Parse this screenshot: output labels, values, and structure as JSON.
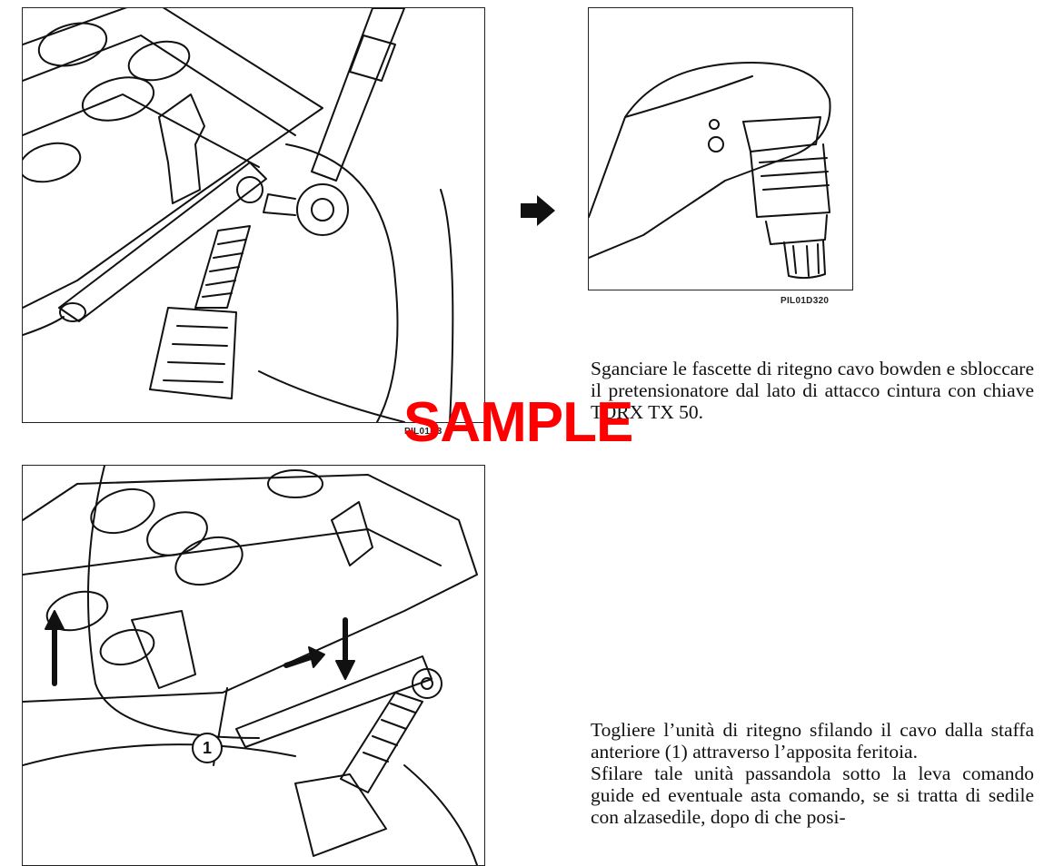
{
  "figures": {
    "top_left": {
      "code": "PIL01D3"
    },
    "top_right": {
      "code": "PIL01D320"
    },
    "bottom_left": {
      "callout": "1"
    }
  },
  "paragraphs": {
    "step1": "Sganciare le fascette di ritegno cavo bowden e sbloccare il pretensionatore dal lato di attacco cintura con chiave TORX TX 50.",
    "step2_a": "Togliere l’unità di ritegno sfilando il cavo dalla staffa anteriore (1) attraverso l’apposita feritoia.",
    "step2_b": "Sfilare tale unità passandola sotto la leva comando guide ed eventuale asta comando, se si tratta di sedile con alzasedile, dopo di che posi-"
  },
  "watermark": "SAMPLE"
}
